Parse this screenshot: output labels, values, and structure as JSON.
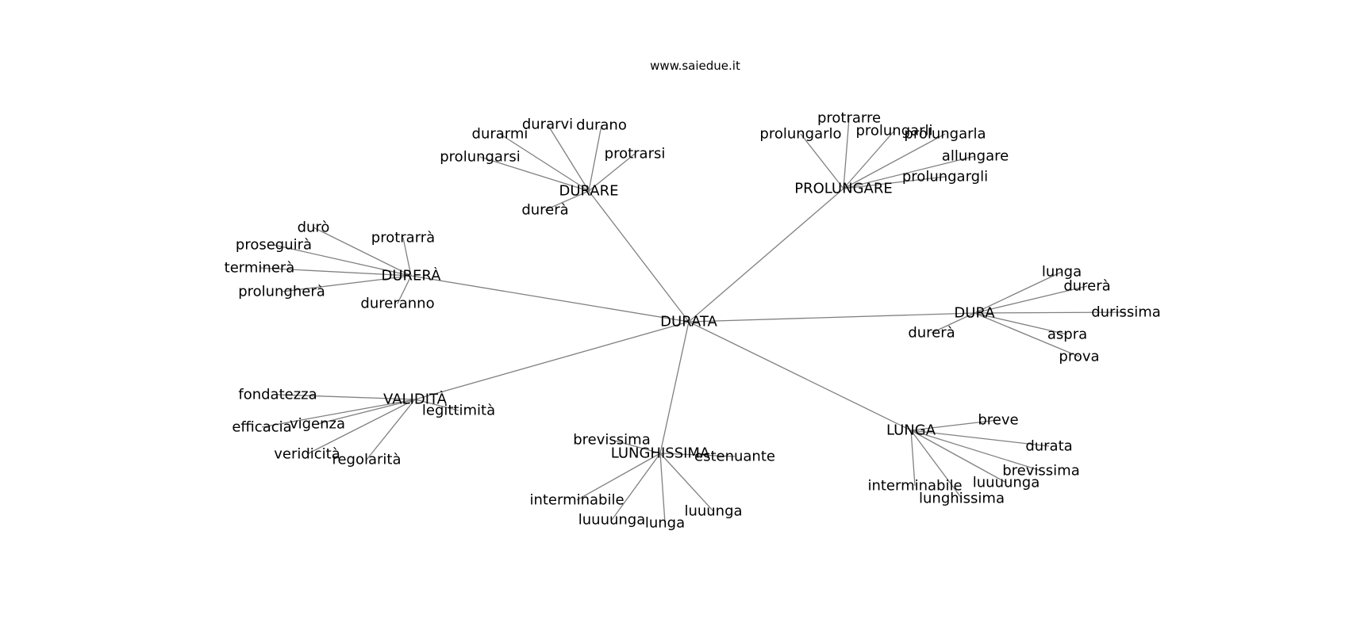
{
  "site_label": "www.saiedue.it",
  "center": "DURATA",
  "groups": [
    {
      "label": "DURARE",
      "words": [
        "durarvi",
        "durano",
        "durarmi",
        "prolungarsi",
        "protrarsi",
        "durerà"
      ]
    },
    {
      "label": "PROLUNGARE",
      "words": [
        "protrarre",
        "prolungarlo",
        "prolungarli",
        "prolungarla",
        "allungare",
        "prolungargli"
      ]
    },
    {
      "label": "DURERÀ",
      "words": [
        "durò",
        "protrarrà",
        "proseguirà",
        "terminerà",
        "prolungherà",
        "dureranno"
      ]
    },
    {
      "label": "DURA",
      "words": [
        "lunga",
        "durerà",
        "durissima",
        "durerà",
        "aspra",
        "prova"
      ]
    },
    {
      "label": "VALIDITÀ",
      "words": [
        "fondatezza",
        "legittimità",
        "vigenza",
        "efficacia",
        "veridicità",
        "regolarità"
      ]
    },
    {
      "label": "LUNGHISSIMA",
      "words": [
        "brevissima",
        "estenuante",
        "interminabile",
        "luuuunga",
        "lunga",
        "luuunga"
      ]
    },
    {
      "label": "LUNGA",
      "words": [
        "breve",
        "durata",
        "brevissima",
        "luuuunga",
        "interminabile",
        "lunghissima"
      ]
    }
  ]
}
